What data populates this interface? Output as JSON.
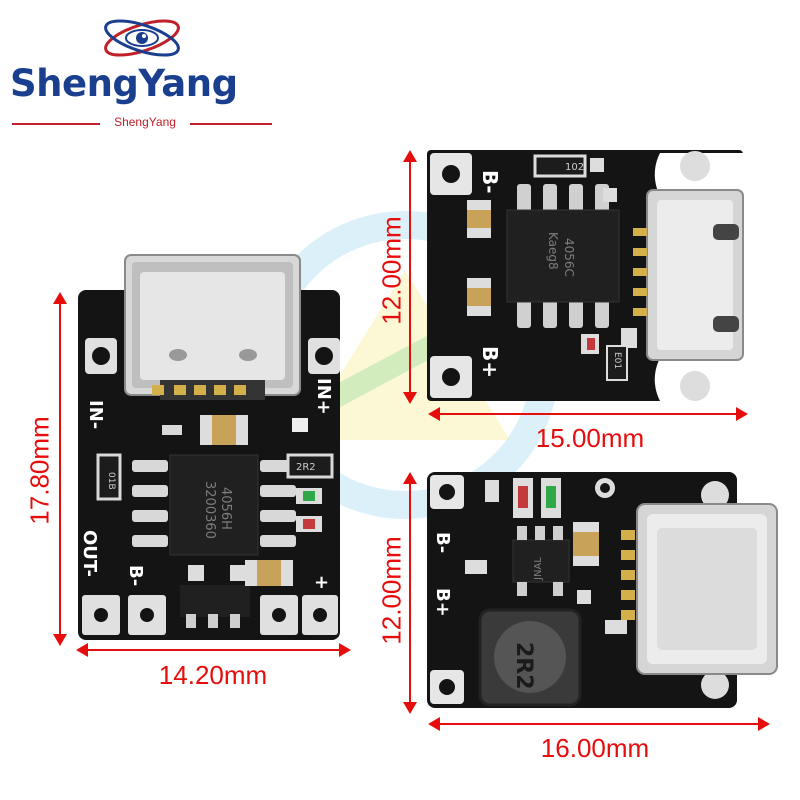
{
  "brand": {
    "name": "ShengYang",
    "subtitle": "ShengYang"
  },
  "colors": {
    "brand_blue": "#1a3f8f",
    "brand_red": "#c0202a",
    "dimension_red": "#e60d0d",
    "pcb_black": "#141414"
  },
  "dimensions": {
    "left_height": "17.80mm",
    "left_width": "14.20mm",
    "top_right_height": "12.00mm",
    "top_right_width": "15.00mm",
    "bottom_right_height": "12.00mm",
    "bottom_right_width": "16.00mm"
  },
  "boards": {
    "left": {
      "label_in_minus": "IN-",
      "label_in_plus": "IN+",
      "label_out_minus": "OUT-",
      "label_b_minus": "B-",
      "label_plus": "+",
      "chip_line1": "4056H",
      "chip_line2": "3200360",
      "resistor_code": "2R2",
      "resistor_code_small": "01B"
    },
    "top_right": {
      "label_b_minus": "B-",
      "label_b_plus": "B+",
      "chip_line1": "4056C",
      "chip_line2": "Kaeg8",
      "resistor_code": "102",
      "resistor_code_small": "E01"
    },
    "bottom_right": {
      "label_b_minus": "B-",
      "label_b_plus": "B+",
      "inductor_code": "2R2",
      "chip_code": "JNAL"
    }
  }
}
